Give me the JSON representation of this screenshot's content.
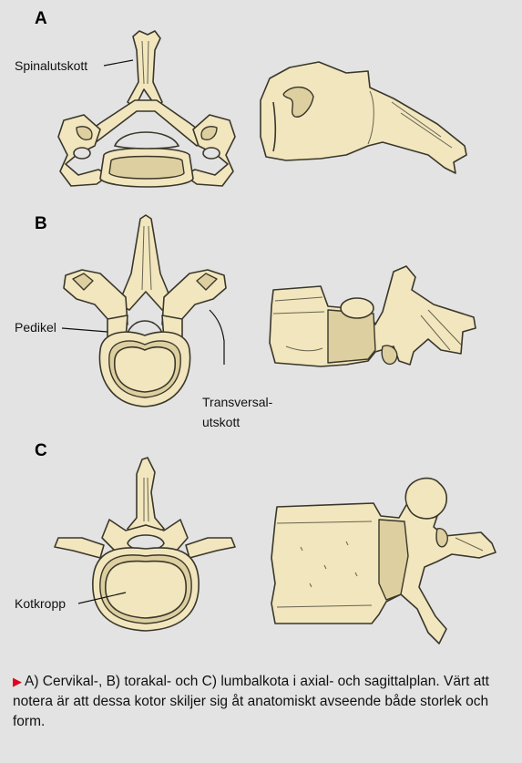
{
  "panels": [
    {
      "letter": "A"
    },
    {
      "letter": "B"
    },
    {
      "letter": "C"
    }
  ],
  "labels": {
    "spinalutskott": "Spinalutskott",
    "pedikel": "Pedikel",
    "transversal_line1": "Transversal-",
    "transversal_line2": "utskott",
    "kotkropp": "Kotkropp"
  },
  "caption": {
    "marker": "▶",
    "text": "A)  Cervikal-, B) torakal- och C) lumbalkota i axial- och sagittalplan. Värt att notera är att dessa kotor skiljer sig åt anatomiskt avseende både storlek och form."
  },
  "colors": {
    "background": "#e3e3e3",
    "bone_fill": "#f1e6bd",
    "bone_shade": "#ddcf9f",
    "outline": "#3a372c",
    "caption_marker": "#e2001a"
  }
}
